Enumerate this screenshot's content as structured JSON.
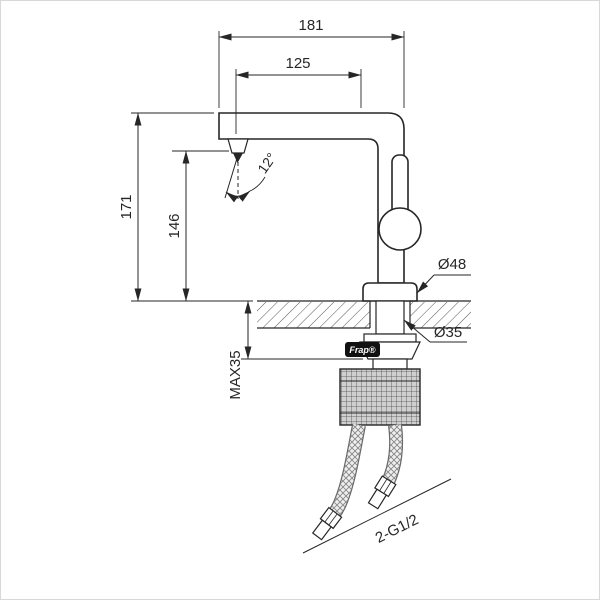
{
  "canvas": {
    "background": "#ffffff",
    "line_color": "#262626",
    "border_color": "#d8d8d8"
  },
  "labels": {
    "overall_width": "181",
    "spout_reach": "125",
    "overall_height": "171",
    "spout_height": "146",
    "spout_angle": "12°",
    "base_dia": "Ø48",
    "shank_dia": "Ø35",
    "max_mount": "MAX35",
    "connection": "2-G1/2",
    "brand": "Frap®"
  }
}
